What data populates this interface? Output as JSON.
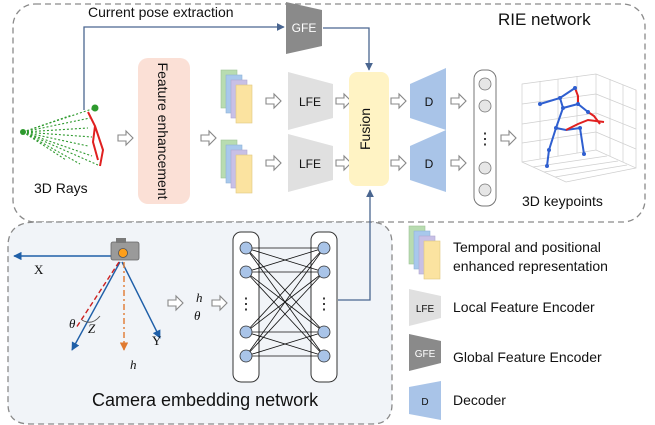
{
  "rie": {
    "title": "RIE network",
    "current_pose_extraction": "Current pose extraction",
    "rays_label": "3D Rays",
    "feature_enhancement": "Feature enhancement",
    "lfe": "LFE",
    "gfe": "GFE",
    "fusion": "Fusion",
    "decoder": "D",
    "keypoints_label": "3D keypoints",
    "vector_dots": "⋮"
  },
  "camera": {
    "title": "Camera embedding network",
    "x_label": "X",
    "y_label": "Y",
    "z_label": "Z",
    "h_label": "h",
    "theta_label": "θ",
    "input_h": "h",
    "input_theta": "θ",
    "nn_dots": "⋮"
  },
  "legend": {
    "temporal_line1": "Temporal and positional",
    "temporal_line2": "enhanced representation",
    "lfe_short": "LFE",
    "lfe_desc": "Local Feature Encoder",
    "gfe_short": "GFE",
    "gfe_desc": "Global Feature Encoder",
    "d_short": "D",
    "d_desc": "Decoder"
  },
  "colors": {
    "feature_box": "#fbe0d6",
    "fusion_box": "#fff3c4",
    "decoder": "#a9c4e8",
    "lfe": "#e0e0e0",
    "gfe": "#8a8a8a",
    "arrow_line": "#4a6690",
    "skeleton_red": "#e02020",
    "skeleton_blue": "#2f5fd0",
    "rays_green": "#2e9a2e",
    "axis_blue": "#1f5fa8",
    "camera_red": "#cc2020",
    "h_orange": "#e07a30"
  }
}
